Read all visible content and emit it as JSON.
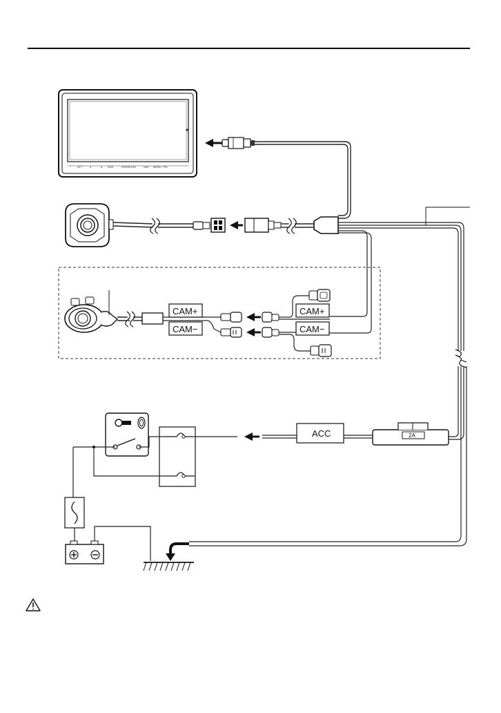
{
  "monitor": {
    "brand": "KENWOOD"
  },
  "camera_labels": {
    "cam_plus_left": "CAM+",
    "cam_minus_left": "CAM−",
    "cam_plus_right": "CAM+",
    "cam_minus_right": "CAM−"
  },
  "power": {
    "acc_label": "ACC",
    "fuse_rating": "2A"
  },
  "icons": [
    "warning-icon",
    "ignition-key-icon",
    "battery-plus-icon",
    "battery-minus-icon",
    "ground-icon"
  ]
}
